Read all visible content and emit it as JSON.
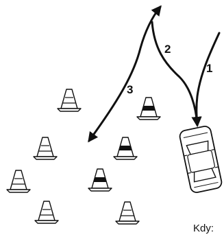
{
  "labels": {
    "path_1": "1",
    "path_2": "2",
    "path_3": "3"
  },
  "caption": "Kdy:",
  "colors": {
    "ink": "#111111",
    "background": "#ffffff"
  },
  "icons": {
    "vehicle": "car-icon",
    "obstacle": "traffic-cone-icon"
  }
}
